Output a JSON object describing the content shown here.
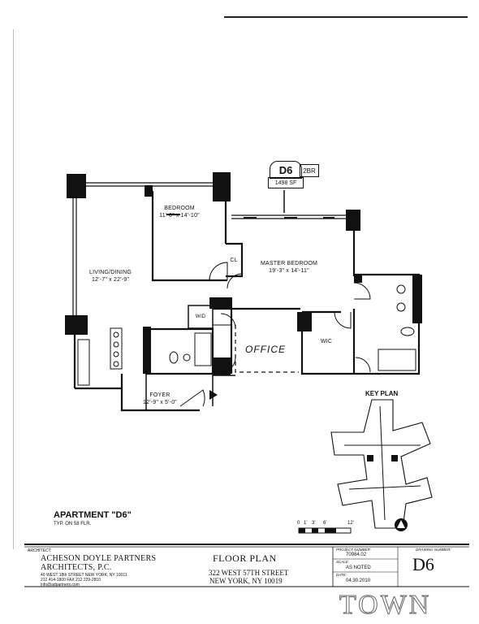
{
  "unit": {
    "designation": "D6",
    "type": "2BR",
    "area": "1498 SF"
  },
  "rooms": {
    "bedroom": {
      "name": "BEDROOM",
      "dims": "11'-6\" x 14'-10\""
    },
    "living": {
      "name": "LIVING/DINING",
      "dims": "12'-7\" x 22'-9\""
    },
    "master": {
      "name": "MASTER BEDROOM",
      "dims": "19'-3\" x 14'-11\""
    },
    "foyer": {
      "name": "FOYER",
      "dims": "12'-9\" x 5'-0\""
    },
    "office": "OFFICE",
    "wic": "WIC",
    "cl": "CL",
    "wd": "W/D"
  },
  "key_plan": {
    "title": "KEY PLAN"
  },
  "scale_bar": {
    "ticks": [
      "0",
      "1'",
      "3'",
      "6'",
      "12'"
    ]
  },
  "apartment": {
    "title": "APARTMENT \"D6\"",
    "subtitle": "TYP. ON 58 FLR."
  },
  "title_block": {
    "architect_label": "ARCHITECT:",
    "firm_line1": "ACHESON DOYLE PARTNERS",
    "firm_line2": "ARCHITECTS, P.C.",
    "firm_address": "40 WEST 18th STREET    NEW YORK, NY 10011",
    "firm_phone": "212 414-1800   FAX 212 229-2810",
    "firm_web": "info@adpartners.com",
    "drawing_title": "FLOOR PLAN",
    "address_line1": "322 WEST 57TH STREET",
    "address_line2": "NEW YORK, NY 10019",
    "project_number_label": "PROJECT NUMBER:",
    "project_number": "70984.02",
    "scale_label": "SCALE:",
    "scale": "AS NOTED",
    "date_label": "DATE:",
    "date": "04.30.2010",
    "drawing_number_label": "DRAWING NUMBER:",
    "drawing_number": "D6"
  },
  "watermark": "TOWN"
}
